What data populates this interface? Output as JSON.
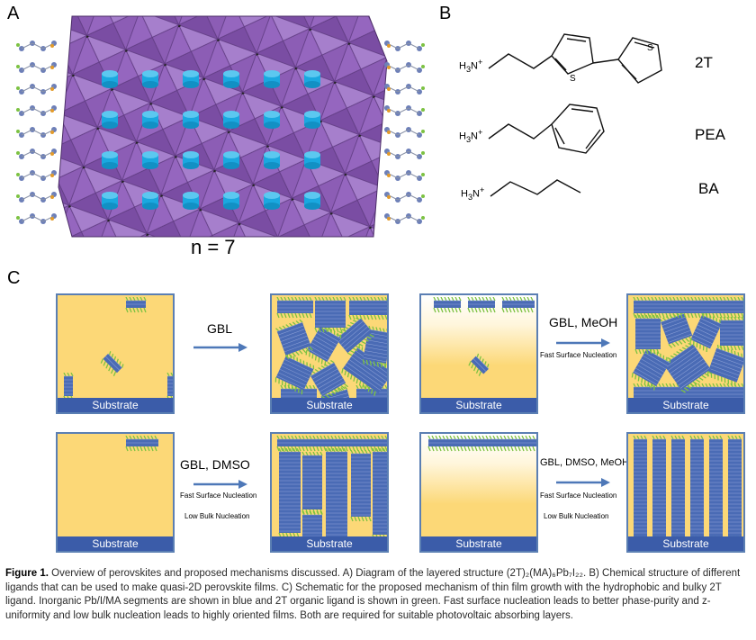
{
  "panels": {
    "a": {
      "letter": "A",
      "n_label": "n = 7"
    },
    "b": {
      "letter": "B",
      "ligands": [
        {
          "formula_main": "H",
          "formula_sub": "3",
          "formula_end": "N",
          "name": "2T"
        },
        {
          "formula_main": "H",
          "formula_sub": "3",
          "formula_end": "N",
          "name": "PEA"
        },
        {
          "formula_main": "H",
          "formula_sub": "3",
          "formula_end": "N",
          "name": "BA"
        }
      ],
      "sulfur": "S"
    },
    "c": {
      "letter": "C",
      "substrate_label": "Substrate",
      "row1": {
        "cond1": "GBL",
        "cond2": "GBL, MeOH",
        "cond2_sub1": "Fast Surface Nucleation"
      },
      "row2": {
        "cond1": "GBL, DMSO",
        "cond1_sub1": "Fast Surface Nucleation",
        "cond1_sub2": "Low Bulk Nucleation",
        "cond2": "GBL, DMSO, MeOH",
        "cond2_sub1": "Fast Surface Nucleation",
        "cond2_sub2": "Low Bulk Nucleation"
      }
    }
  },
  "colors": {
    "substrate": "#3b5ca9",
    "solution": "#fcd877",
    "arrow": "#4e78b8",
    "octahedra": "#9b6cc0",
    "ligand": "#7cc242"
  },
  "caption": {
    "label": "Figure 1.",
    "text": " Overview of perovskites and proposed mechanisms discussed. A) Diagram of the layered structure (2T)₂(MA)₆Pb₇I₂₂. B) Chemical structure of different ligands that can be used to make quasi-2D perovskite films. C) Schematic for the proposed mechanism of thin film growth with the hydrophobic and bulky 2T ligand. Inorganic Pb/I/MA segments are shown in blue and 2T organic ligand is shown in green. Fast surface nucleation leads to better phase-purity and z-uniformity and low bulk nucleation leads to highly oriented films. Both are required for suitable photovoltaic absorbing layers."
  }
}
